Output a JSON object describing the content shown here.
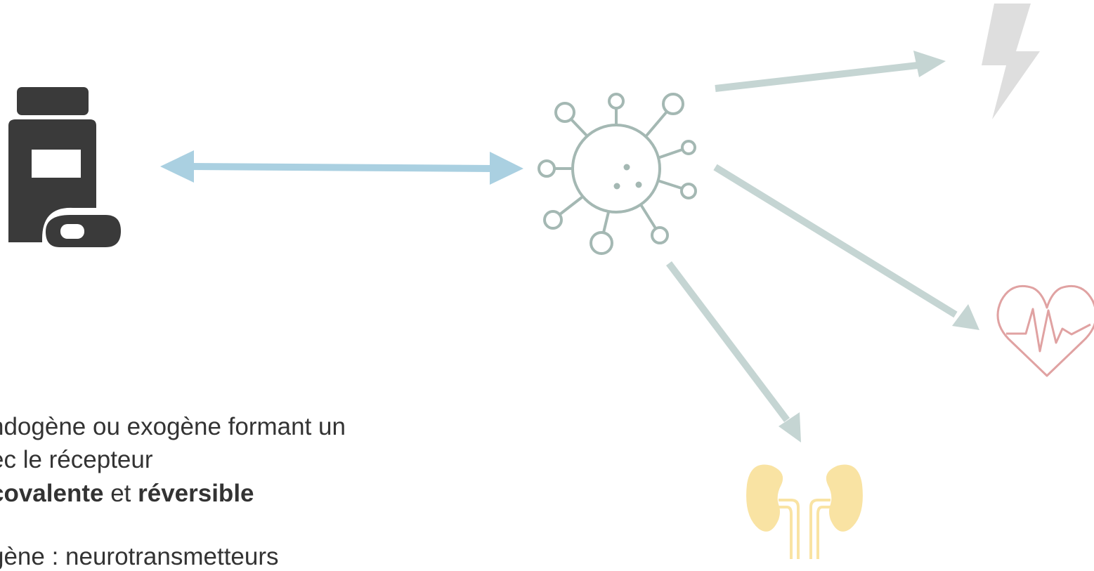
{
  "diagram": {
    "colors": {
      "pill_bottle": "#3a3a3a",
      "binding_arrow": "#aad0e1",
      "effect_arrows": "#c5d5d3",
      "receptor": "#a4b8b3",
      "lightning": "#dedede",
      "heart": "#e0a2a2",
      "kidneys": "#f9e3a3"
    },
    "icons": {
      "ligand": "pill-bottle-icon",
      "receptor": "receptor-icon",
      "effect_1": "lightning-icon",
      "effect_2": "heart-pulse-icon",
      "effect_3": "kidneys-icon"
    }
  },
  "definition": {
    "line1": "ndogène ou exogène formant un",
    "line2": "ec le récepteur",
    "line3_bold1": "covalente",
    "line3_mid": " et ",
    "line3_bold2": "réversible",
    "line4": "gène : neurotransmetteurs"
  }
}
